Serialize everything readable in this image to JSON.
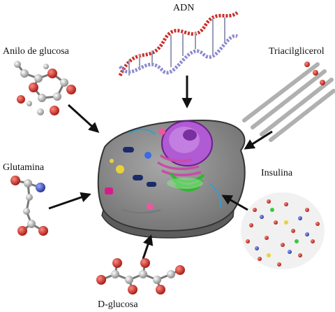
{
  "labels": {
    "adn": "ADN",
    "anilo": "Anilo de glucosa",
    "triacil": "Triacilglicerol",
    "glutamina": "Glutamina",
    "insulina": "Insulina",
    "dglucosa": "D-glucosa"
  },
  "colors": {
    "oxygen": "#c8302a",
    "carbon": "#b8b8b8",
    "nitrogen": "#4a5fc8",
    "cell_membrane": "#555555",
    "cell_cytoplasm": "#8a8a8a",
    "nucleus": "#a24cc8",
    "golgi": "#3cc83c",
    "er": "#c84ca8",
    "arrow": "#111111"
  }
}
